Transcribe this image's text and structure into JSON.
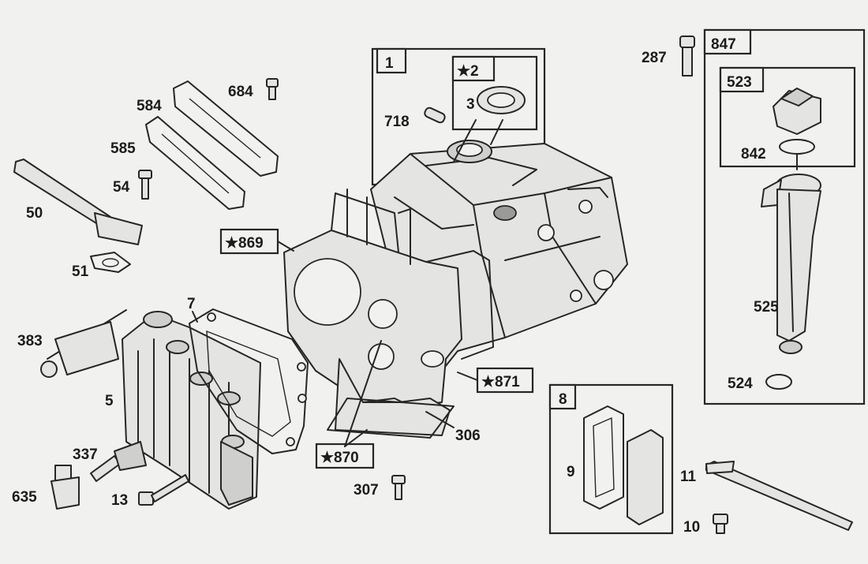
{
  "labels": {
    "p1": "1",
    "p2": "★2",
    "p3": "3",
    "p5": "5",
    "p7": "7",
    "p8": "8",
    "p9": "9",
    "p10": "10",
    "p11": "11",
    "p13": "13",
    "p50": "50",
    "p51": "51",
    "p54": "54",
    "p287": "287",
    "p306": "306",
    "p307": "307",
    "p337": "337",
    "p383": "383",
    "p523": "523",
    "p524": "524",
    "p525": "525",
    "p584": "584",
    "p585": "585",
    "p635": "635",
    "p684": "684",
    "p718": "718",
    "p842": "842",
    "p847": "847",
    "p869": "★869",
    "p870": "★870",
    "p871": "★871"
  }
}
